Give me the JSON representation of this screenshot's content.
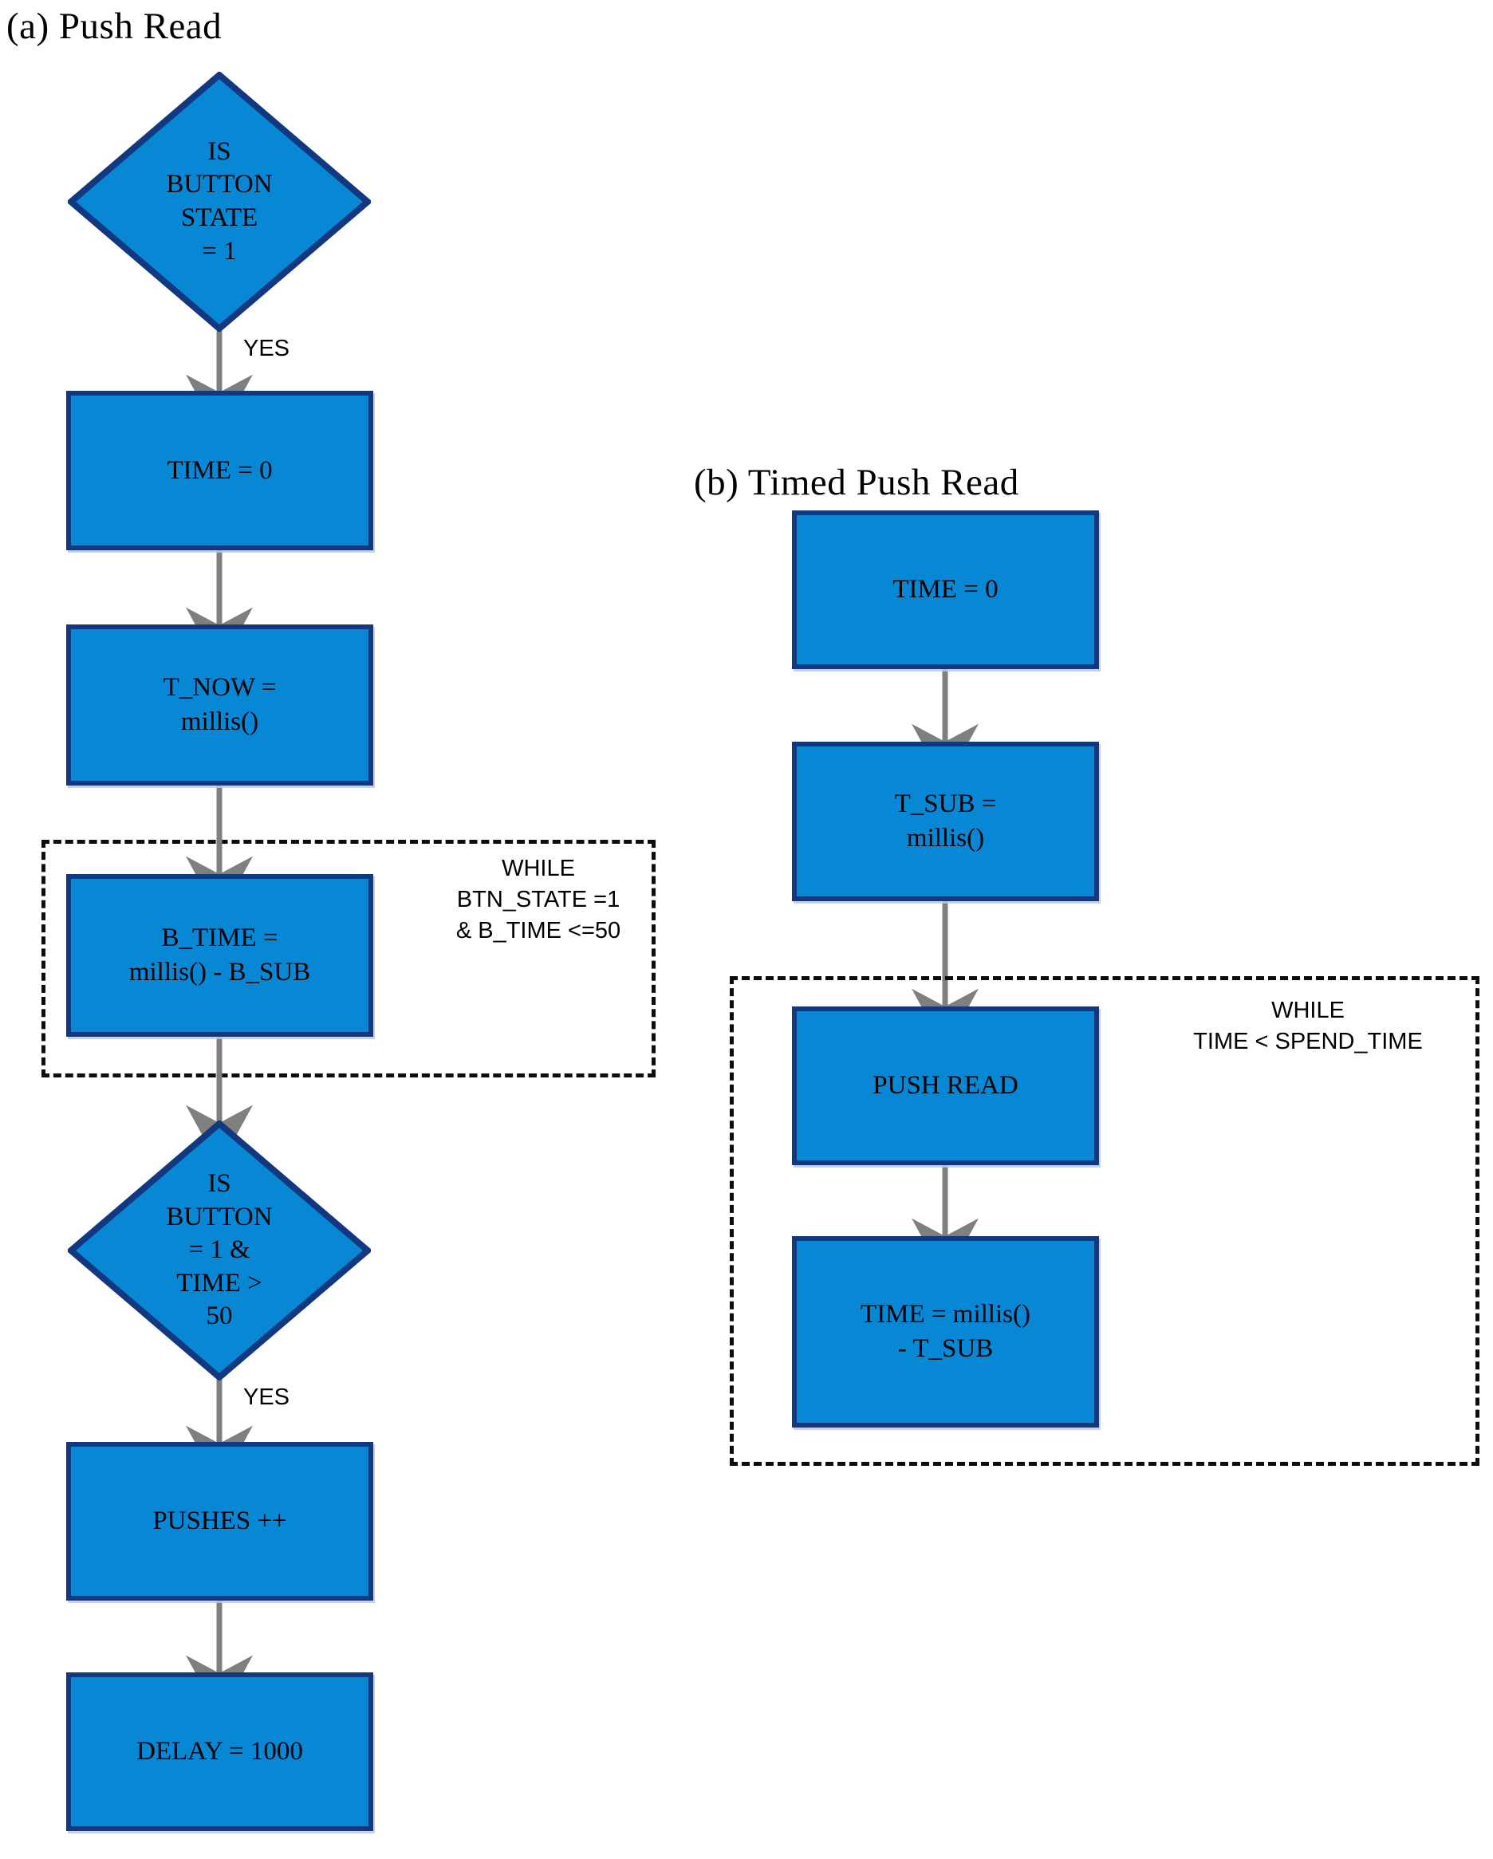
{
  "figure": {
    "type": "flowchart",
    "panels": [
      {
        "id": "a",
        "title": "(a) Push Read",
        "nodes": [
          {
            "id": "a-decision-1",
            "shape": "diamond",
            "text": "IS\nBUTTON\nSTATE\n= 1"
          },
          {
            "id": "a-proc-time0",
            "shape": "process",
            "text": "TIME = 0"
          },
          {
            "id": "a-proc-tnow",
            "shape": "process",
            "text": "T_NOW =\nmillis()"
          },
          {
            "id": "a-proc-btime",
            "shape": "process",
            "text": "B_TIME =\nmillis() - B_SUB"
          },
          {
            "id": "a-decision-2",
            "shape": "diamond",
            "text": "IS\nBUTTON\n= 1 &\nTIME >\n50"
          },
          {
            "id": "a-proc-pushes",
            "shape": "process",
            "text": "PUSHES ++"
          },
          {
            "id": "a-proc-delay",
            "shape": "process",
            "text": "DELAY = 1000"
          }
        ],
        "edge_labels": [
          {
            "id": "a-yes-1",
            "text": "YES"
          },
          {
            "id": "a-yes-2",
            "text": "YES"
          }
        ],
        "loop": {
          "id": "a-while-loop",
          "note_line1": "WHILE",
          "note_line2": "BTN_STATE =1",
          "note_line3": "& B_TIME <=50"
        }
      },
      {
        "id": "b",
        "title": "(b) Timed Push Read",
        "nodes": [
          {
            "id": "b-proc-time0",
            "shape": "process",
            "text": "TIME = 0"
          },
          {
            "id": "b-proc-tsub",
            "shape": "process",
            "text": "T_SUB =\nmillis()"
          },
          {
            "id": "b-proc-pushread",
            "shape": "process",
            "text": "PUSH READ"
          },
          {
            "id": "b-proc-timecalc",
            "shape": "process",
            "text": "TIME = millis()\n- T_SUB"
          }
        ],
        "edge_labels": [],
        "loop": {
          "id": "b-while-loop",
          "note_line1": "WHILE",
          "note_line2": "TIME < SPEND_TIME",
          "note_line3": ""
        }
      }
    ],
    "colors": {
      "node_fill": "#0887D4",
      "node_border": "#12397F",
      "connector": "#7F7F7F",
      "loop_border": "#0d0d0d",
      "text": "#000000",
      "background": "#ffffff"
    }
  }
}
